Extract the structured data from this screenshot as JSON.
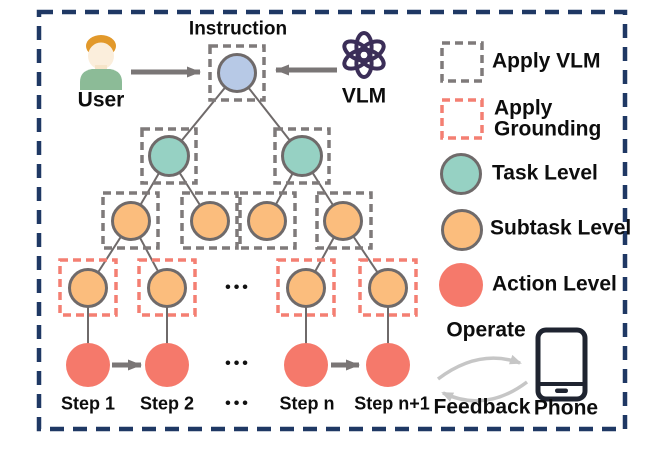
{
  "diagram": {
    "instruction_label": "Instruction",
    "user_label": "User",
    "vlm_label": "VLM",
    "ellipsis": "•••",
    "step_labels": [
      "Step 1",
      "Step 2",
      "Step n",
      "Step n+1"
    ],
    "tree": {
      "root": "instruction",
      "levels": [
        {
          "name": "instruction",
          "count": 1,
          "box": "apply-vlm"
        },
        {
          "name": "task",
          "count": 2,
          "box": "apply-vlm"
        },
        {
          "name": "subtask",
          "count": 4,
          "box": "apply-vlm"
        },
        {
          "name": "subtask-grounded",
          "count": 4,
          "box": "apply-grounding"
        },
        {
          "name": "action",
          "count": 4,
          "box": "none"
        }
      ]
    }
  },
  "legend": {
    "apply_vlm": "Apply VLM",
    "apply_grounding_line1": "Apply",
    "apply_grounding_line2": "Grounding",
    "task_level": "Task Level",
    "subtask_level": "Subtask Level",
    "action_level": "Action Level"
  },
  "cycle": {
    "operate": "Operate",
    "feedback": "Feedback",
    "phone_label": "Phone"
  },
  "icons": {
    "user": "user-icon",
    "vlm": "openai-logo-icon",
    "phone": "phone-icon"
  },
  "colors": {
    "outer_border_navy": "#1f3864",
    "instruction_blue": "#b7c9e6",
    "task_teal": "#96d1c3",
    "subtask_orange": "#fbbd7d",
    "action_red": "#f5796b",
    "node_border_gray": "#6f6a6a",
    "apply_vlm_dash_gray": "#7f7a7a",
    "apply_grounding_dash_red": "#f47f72",
    "arrow_gray": "#7a7676",
    "cycle_arrow_light_gray": "#c6c6c6",
    "vlm_logo_purple": "#3b2e58",
    "phone_dark": "#1f2430"
  }
}
